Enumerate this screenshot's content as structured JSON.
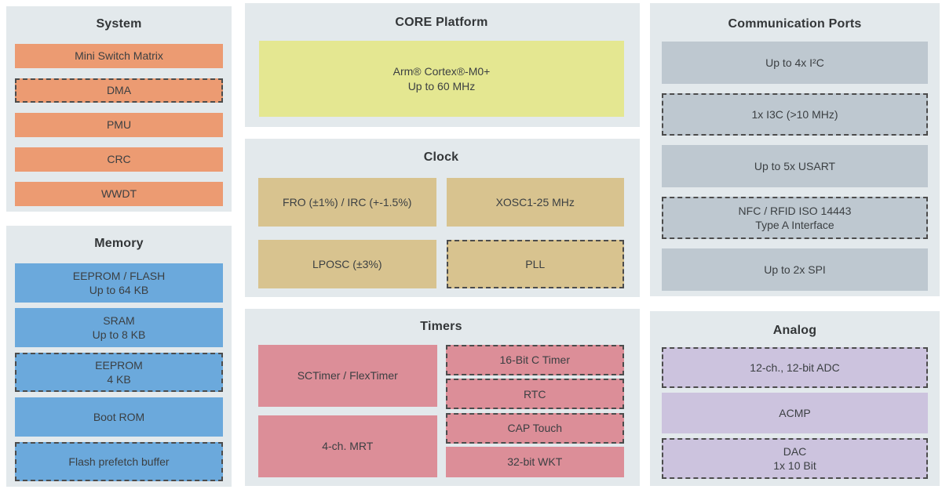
{
  "diagram": {
    "type": "microcontroller-block-diagram",
    "colors": {
      "panel_background": "#E3E9EC",
      "system_orange": "#EC9B72",
      "memory_blue": "#6BA9DC",
      "core_yellow": "#E4E791",
      "clock_tan": "#D8C38F",
      "timers_pink": "#DC8E98",
      "communication_gray": "#BEC8D0",
      "analog_purple": "#CCC3DE",
      "text": "#3B3F42",
      "dashed_border": "#4C4C4C"
    }
  },
  "panels": {
    "system": {
      "title": "System",
      "blocks": [
        {
          "label": "Mini Switch Matrix",
          "style": "solid"
        },
        {
          "label": "DMA",
          "style": "dashed"
        },
        {
          "label": "PMU",
          "style": "solid"
        },
        {
          "label": "CRC",
          "style": "solid"
        },
        {
          "label": "WWDT",
          "style": "solid"
        }
      ]
    },
    "memory": {
      "title": "Memory",
      "blocks": [
        {
          "label": "EEPROM / FLASH\nUp to 64 KB",
          "style": "solid"
        },
        {
          "label": "SRAM\nUp to 8 KB",
          "style": "solid"
        },
        {
          "label": "EEPROM\n4 KB",
          "style": "dashed"
        },
        {
          "label": "Boot ROM",
          "style": "solid"
        },
        {
          "label": "Flash prefetch buffer",
          "style": "dashed"
        }
      ]
    },
    "core": {
      "title": "CORE Platform",
      "blocks": [
        {
          "label": "Arm® Cortex®-M0+\nUp to 60 MHz",
          "style": "solid"
        }
      ]
    },
    "clock": {
      "title": "Clock",
      "blocks": [
        {
          "label": "FRO (±1%) / IRC (+-1.5%)",
          "style": "solid"
        },
        {
          "label": "XOSC1-25 MHz",
          "style": "solid"
        },
        {
          "label": "LPOSC (±3%)",
          "style": "solid"
        },
        {
          "label": "PLL",
          "style": "dashed"
        }
      ]
    },
    "timers": {
      "title": "Timers",
      "left_blocks": [
        {
          "label": "SCTimer / FlexTimer",
          "style": "solid"
        },
        {
          "label": "4-ch. MRT",
          "style": "solid"
        }
      ],
      "right_blocks": [
        {
          "label": "16-Bit C Timer",
          "style": "dashed"
        },
        {
          "label": "RTC",
          "style": "dashed"
        },
        {
          "label": "CAP Touch",
          "style": "dashed"
        },
        {
          "label": "32-bit WKT",
          "style": "solid"
        }
      ]
    },
    "communication": {
      "title": "Communication Ports",
      "blocks": [
        {
          "label": "Up to 4x I²C",
          "style": "solid"
        },
        {
          "label": "1x I3C (>10 MHz)",
          "style": "dashed"
        },
        {
          "label": "Up to 5x USART",
          "style": "solid"
        },
        {
          "label": "NFC / RFID ISO 14443\nType A Interface",
          "style": "dashed"
        },
        {
          "label": "Up to 2x SPI",
          "style": "solid"
        }
      ]
    },
    "analog": {
      "title": "Analog",
      "blocks": [
        {
          "label": "12-ch., 12-bit ADC",
          "style": "dashed"
        },
        {
          "label": "ACMP",
          "style": "solid"
        },
        {
          "label": "DAC\n1x 10 Bit",
          "style": "dashed"
        }
      ]
    }
  }
}
